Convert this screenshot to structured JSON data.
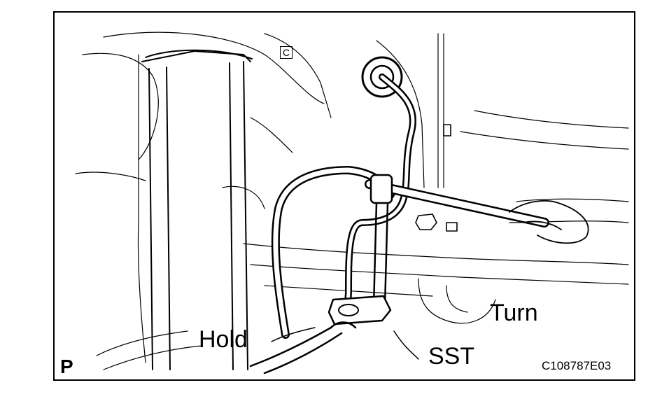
{
  "figure": {
    "panel_letter": "P",
    "figure_code": "C108787E03",
    "labels": {
      "turn": "Turn",
      "hold": "Hold",
      "sst": "SST",
      "part_marker": "C"
    },
    "colors": {
      "line": "#000000",
      "background": "#ffffff"
    }
  }
}
